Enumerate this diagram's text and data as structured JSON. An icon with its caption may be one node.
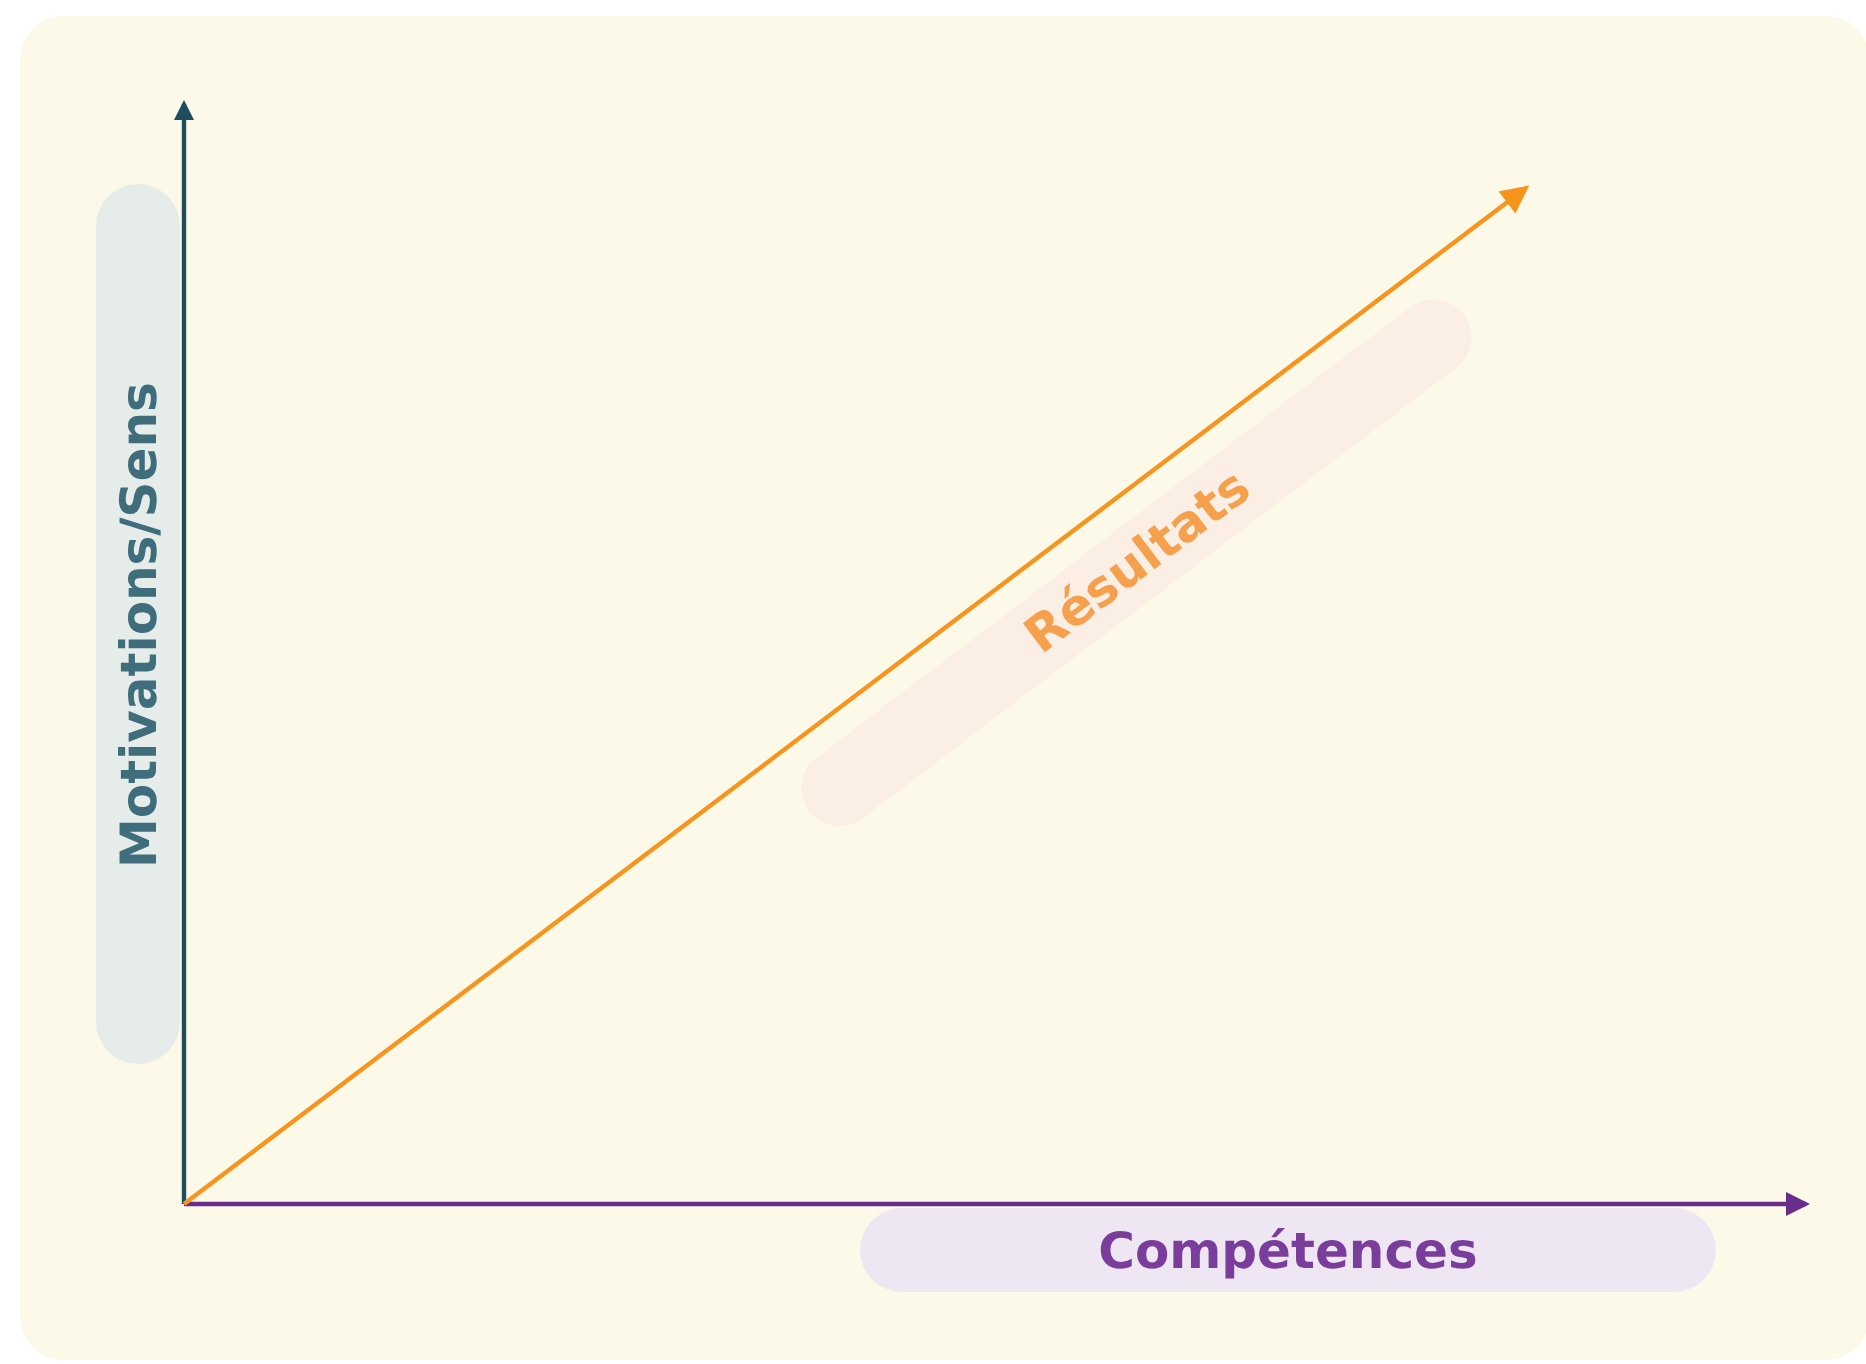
{
  "diagram": {
    "nodes": [
      {
        "text": [
          "Motivations/Sens"
        ]
      },
      {
        "text": [
          "Résultats"
        ]
      },
      {
        "text": [
          "Compétences"
        ]
      }
    ]
  }
}
